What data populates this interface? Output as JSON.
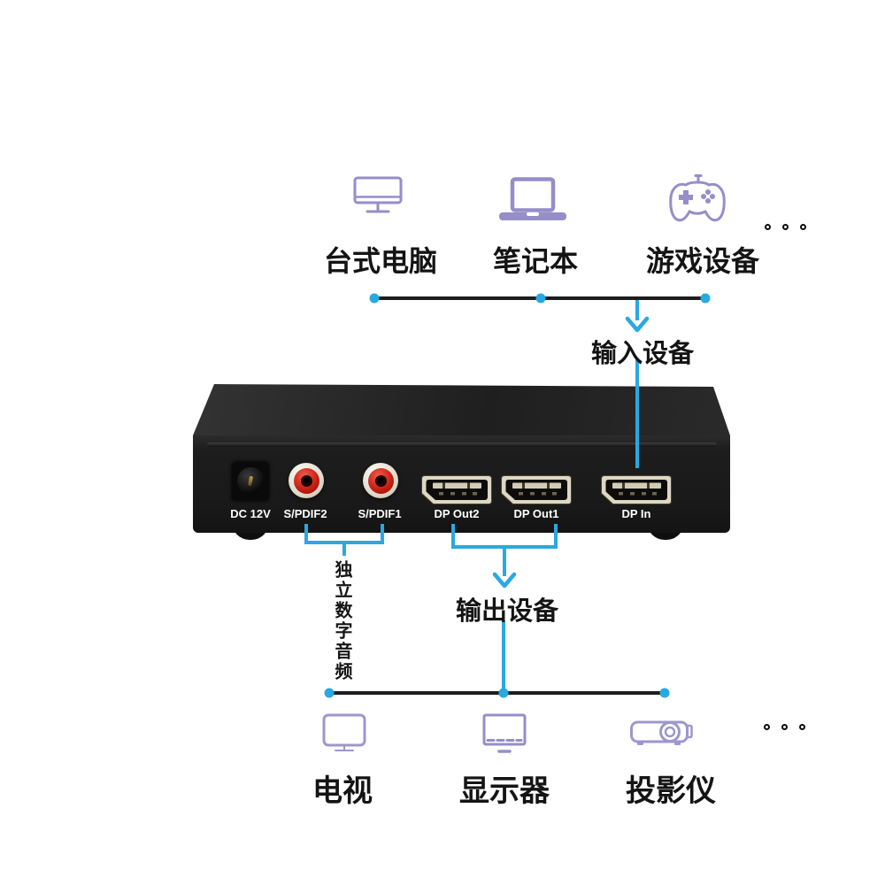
{
  "colors": {
    "accent_blue": "#29a9e2",
    "line_black": "#1d1d1d",
    "icon_purple": "#958ec8",
    "label_black": "#141414",
    "device_body": "#1d1d1d",
    "port_frame_cream": "#ded7c3",
    "rca_red": "#c41a10",
    "port_label_white": "#ffffff"
  },
  "input_group": {
    "flow_label": "输入设备",
    "devices": [
      {
        "label": "台式电脑",
        "icon": "desktop-icon"
      },
      {
        "label": "笔记本",
        "icon": "laptop-icon"
      },
      {
        "label": "游戏设备",
        "icon": "gamepad-icon"
      }
    ],
    "more_indicator": "ellipsis-dots"
  },
  "device": {
    "name": "DisplayPort splitter rear panel",
    "ports": [
      {
        "id": "dc",
        "label": "DC 12V",
        "type": "power"
      },
      {
        "id": "spdif2",
        "label": "S/PDIF2",
        "type": "rca"
      },
      {
        "id": "spdif1",
        "label": "S/PDIF1",
        "type": "rca"
      },
      {
        "id": "dpout2",
        "label": "DP Out2",
        "type": "displayport"
      },
      {
        "id": "dpout1",
        "label": "DP Out1",
        "type": "displayport"
      },
      {
        "id": "dpin",
        "label": "DP In",
        "type": "displayport"
      }
    ]
  },
  "audio_note": "独立数字音频",
  "output_group": {
    "flow_label": "输出设备",
    "devices": [
      {
        "label": "电视",
        "icon": "tv-icon"
      },
      {
        "label": "显示器",
        "icon": "monitor-icon"
      },
      {
        "label": "投影仪",
        "icon": "projector-icon"
      }
    ],
    "more_indicator": "ellipsis-dots"
  }
}
